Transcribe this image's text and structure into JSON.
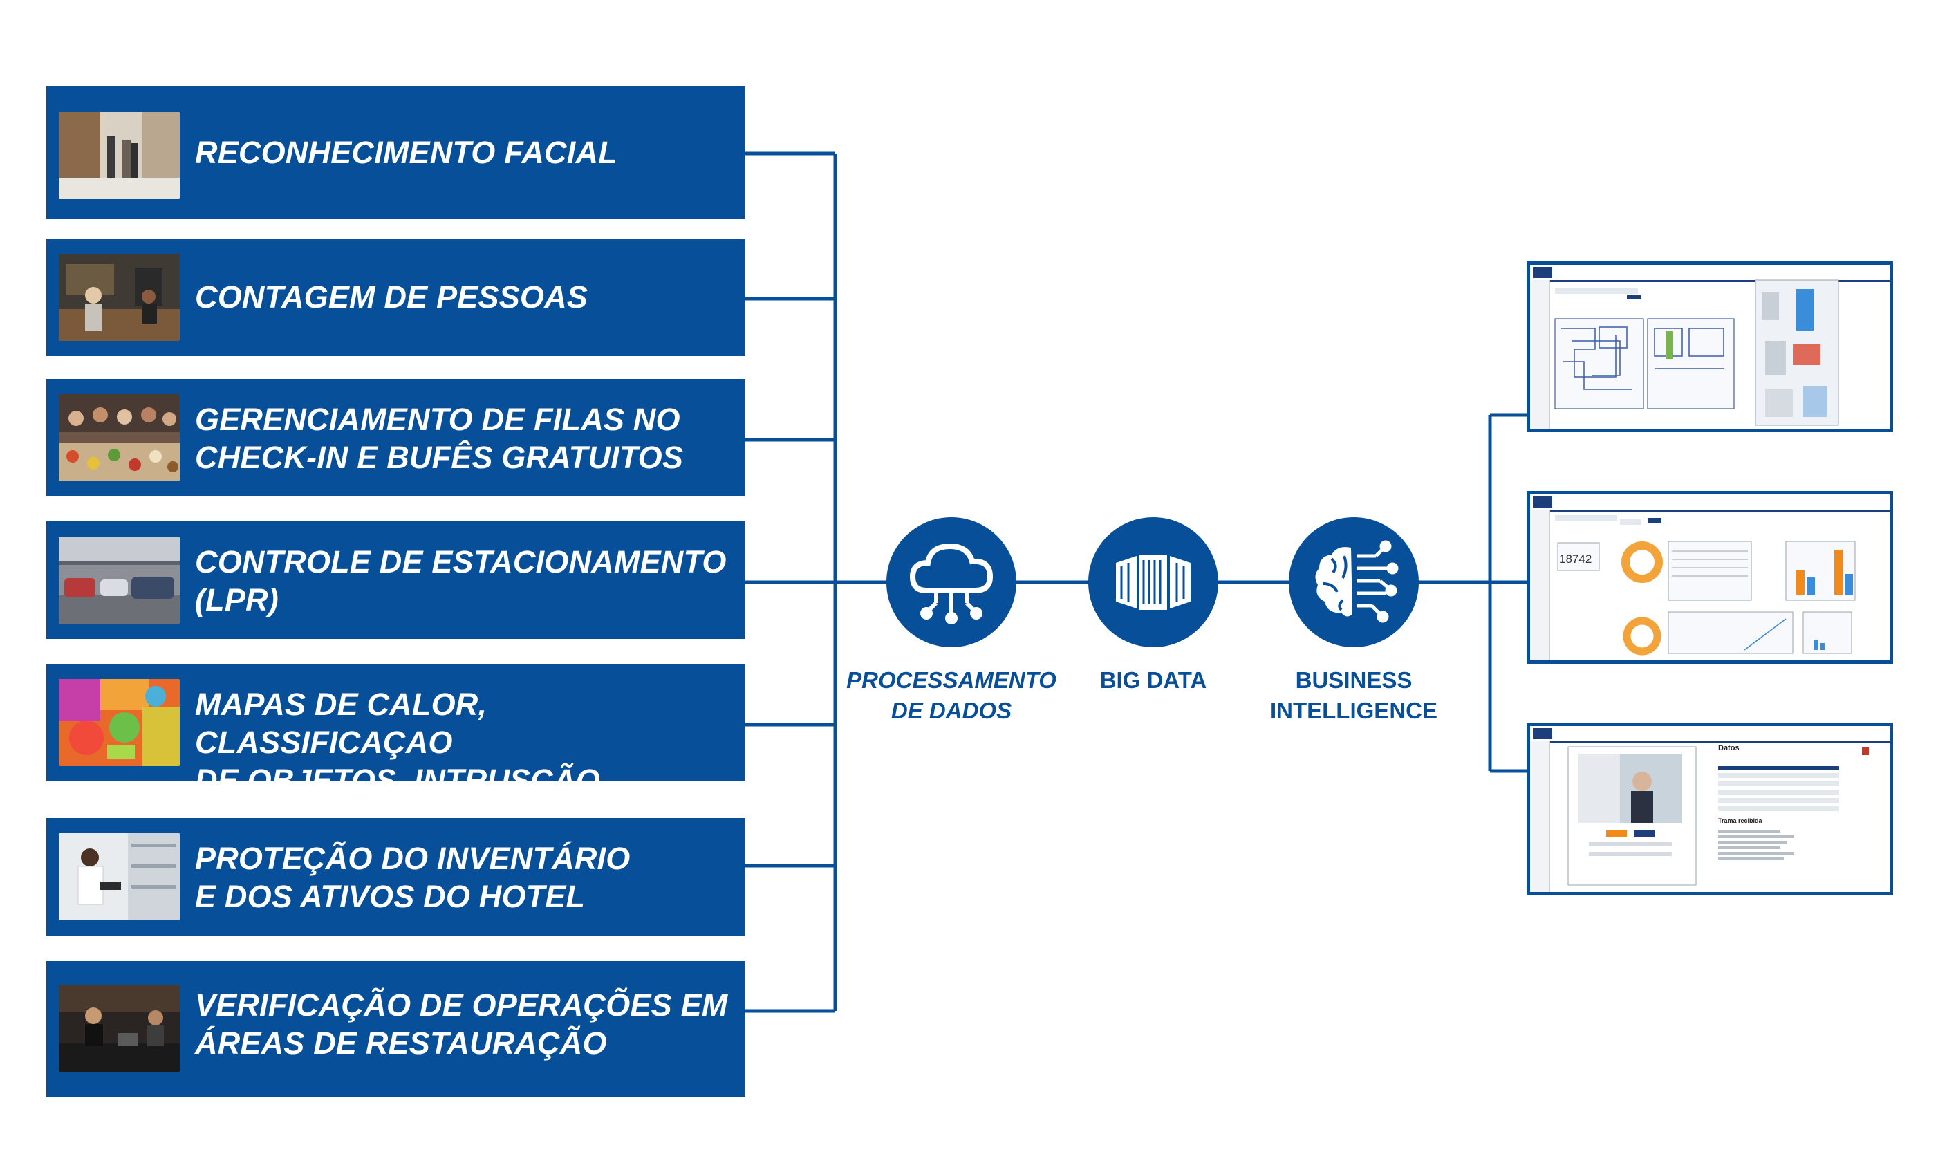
{
  "colors": {
    "brand_blue": "#074f98",
    "white": "#ffffff"
  },
  "categories": [
    {
      "label": "RECONHECIMENTO FACIAL",
      "icon": "hotel-lobby-photo"
    },
    {
      "label": "CONTAGEM DE PESSOAS",
      "icon": "reception-desk-photo"
    },
    {
      "label": "GERENCIAMENTO DE FILAS NO\nCHECK-IN E BUFÊS GRATUITOS",
      "icon": "buffet-crowd-photo"
    },
    {
      "label": "CONTROLE DE ESTACIONAMENTO\n(LPR)",
      "icon": "parking-garage-photo"
    },
    {
      "label": "MAPAS DE CALOR, CLASSIFICAÇAO\nDE OBJETOS, INTRUSÇÃO, QUEDAS",
      "icon": "heatmap-photo"
    },
    {
      "label": "PROTEÇÃO DO INVENTÁRIO\nE DOS ATIVOS DO HOTEL",
      "icon": "warehouse-inventory-photo"
    },
    {
      "label": "VERIFICAÇÃO DE OPERAÇÕES EM\nÁREAS DE RESTAURAÇÃO",
      "icon": "restaurant-counter-photo"
    }
  ],
  "pipeline": [
    {
      "label": "PROCESSAMENTO\nDE DADOS",
      "icon": "cloud-network-icon"
    },
    {
      "label": "BIG DATA",
      "icon": "server-towers-icon"
    },
    {
      "label": "BUSINESS\nINTELLIGENCE",
      "icon": "brain-circuit-icon"
    }
  ],
  "outputs": [
    {
      "icon": "floorplan-dashboard-screenshot"
    },
    {
      "icon": "analytics-dashboard-screenshot",
      "kpi": "18742"
    },
    {
      "icon": "face-detail-screenshot",
      "panel_title": "Datos",
      "panel_subtitle": "Trama recibida"
    }
  ]
}
